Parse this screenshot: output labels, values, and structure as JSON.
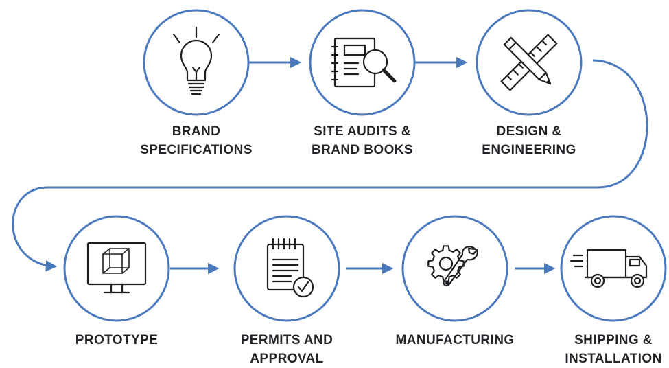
{
  "colors": {
    "accent": "#4a79bd",
    "icon_stroke": "#1d1f22",
    "label_text": "#222428"
  },
  "steps": [
    {
      "icon": "lightbulb-icon",
      "lines": [
        "BRAND",
        "SPECIFICATIONS"
      ]
    },
    {
      "icon": "notebook-search-icon",
      "lines": [
        "SITE AUDITS &",
        "BRAND BOOKS"
      ]
    },
    {
      "icon": "pencil-ruler-icon",
      "lines": [
        "DESIGN &",
        "ENGINEERING"
      ]
    },
    {
      "icon": "monitor-cube-icon",
      "lines": [
        "PROTOTYPE"
      ]
    },
    {
      "icon": "clipboard-check-icon",
      "lines": [
        "PERMITS AND",
        "APPROVAL"
      ]
    },
    {
      "icon": "gear-wrench-icon",
      "lines": [
        "MANUFACTURING"
      ]
    },
    {
      "icon": "delivery-truck-icon",
      "lines": [
        "SHIPPING &",
        "INSTALLATION"
      ]
    }
  ]
}
